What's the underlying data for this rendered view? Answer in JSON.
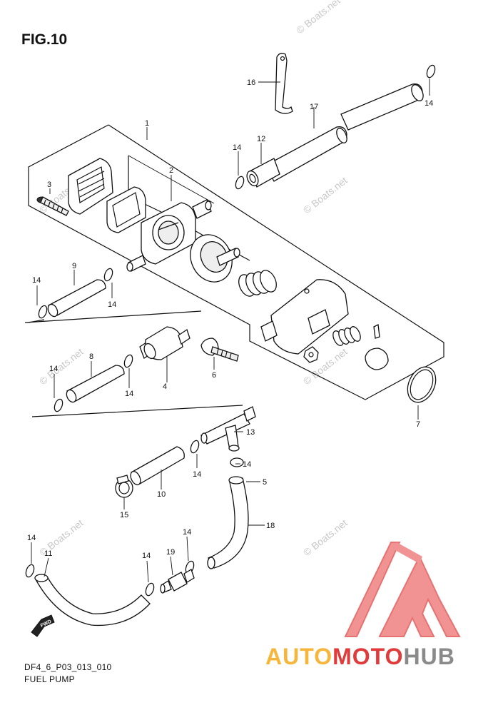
{
  "figure_title": "FIG.10",
  "caption_code": "DF4_6_P03_013_010",
  "caption_name": "FUEL PUMP",
  "fwd_label": "FWD",
  "watermark_text": "© Boats.net",
  "brand": {
    "part1": "AUTO",
    "part2": "MOTO",
    "part3": "HUB",
    "colors": {
      "auto": "#f6b53b",
      "moto": "#e03a3a",
      "hub": "#8a8a8a",
      "logo": "#ee5555"
    }
  },
  "callouts": {
    "c1": "1",
    "c2": "2",
    "c3": "3",
    "c4": "4",
    "c5": "5",
    "c6": "6",
    "c7": "7",
    "c8": "8",
    "c9": "9",
    "c10": "10",
    "c11": "11",
    "c12": "12",
    "c13": "13",
    "c14": "14",
    "c15": "15",
    "c16": "16",
    "c17": "17",
    "c18": "18",
    "c19": "19"
  }
}
